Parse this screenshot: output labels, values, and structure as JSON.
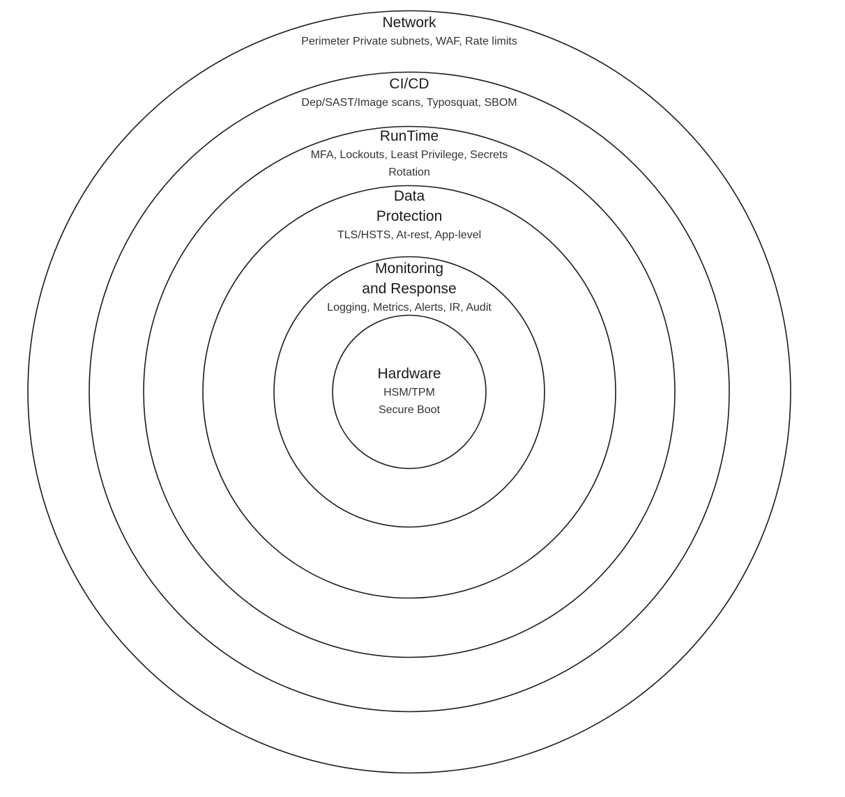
{
  "diagram": {
    "type": "concentric-layers",
    "subject": "security-defense-in-depth",
    "colors": {
      "background": "#ffffff",
      "ring_stroke": "#1b1b1b",
      "title_text": "#1a1a1a",
      "subtitle_text": "#333333"
    },
    "layers": [
      {
        "name": "network",
        "title_lines": [
          "Network"
        ],
        "subtitle_lines": [
          "Perimeter Private subnets, WAF, Rate limits"
        ]
      },
      {
        "name": "ci-cd",
        "title_lines": [
          "CI/CD"
        ],
        "subtitle_lines": [
          "Dep/SAST/Image scans, Typosquat, SBOM"
        ]
      },
      {
        "name": "runtime",
        "title_lines": [
          "RunTime"
        ],
        "subtitle_lines": [
          "MFA, Lockouts, Least Privilege, Secrets",
          "Rotation"
        ]
      },
      {
        "name": "data-protection",
        "title_lines": [
          "Data",
          "Protection"
        ],
        "subtitle_lines": [
          "TLS/HSTS, At-rest, App-level"
        ]
      },
      {
        "name": "monitoring-and-response",
        "title_lines": [
          "Monitoring",
          "and Response"
        ],
        "subtitle_lines": [
          "Logging, Metrics, Alerts, IR, Audit"
        ]
      },
      {
        "name": "hardware",
        "title_lines": [
          "Hardware"
        ],
        "subtitle_lines": [
          "HSM/TPM",
          "Secure Boot"
        ]
      }
    ]
  }
}
